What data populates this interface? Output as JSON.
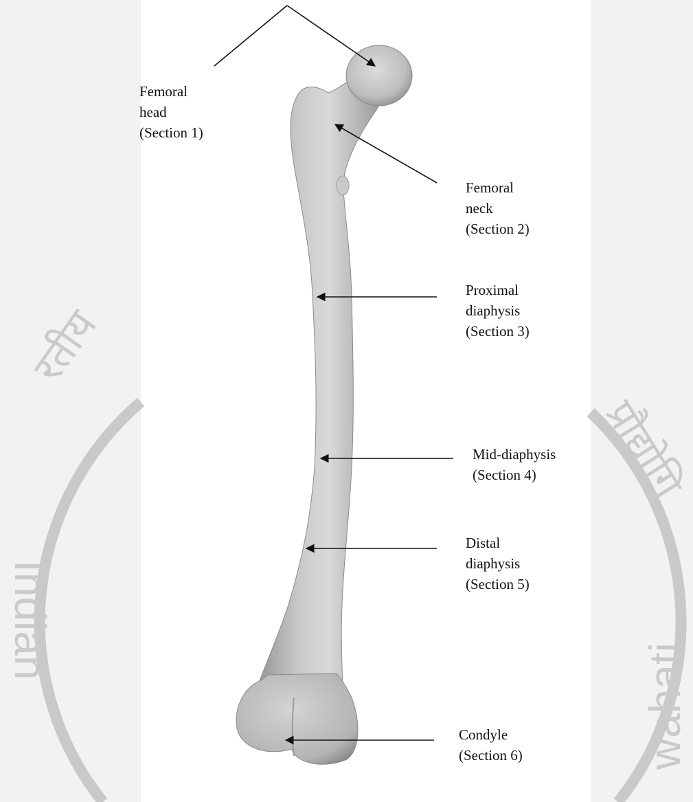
{
  "labels": {
    "femoral_head": {
      "name": "Femoral",
      "name2": "head",
      "section": "(Section 1)"
    },
    "femoral_neck": {
      "name": "Femoral",
      "name2": "neck",
      "section": "(Section 2)"
    },
    "proximal_diaphysis": {
      "name": "Proximal",
      "name2": "diaphysis",
      "section": "(Section 3)"
    },
    "mid_diaphysis": {
      "name": "Mid-diaphysis",
      "section": "(Section 4)"
    },
    "distal_diaphysis": {
      "name": "Distal",
      "name2": "diaphysis",
      "section": "(Section 5)"
    },
    "condyle": {
      "name": "Condyle",
      "section": "(Section 6)"
    }
  },
  "watermark": {
    "text_left": "Indian",
    "text_right": "wahati",
    "fragment_left": "रतीय",
    "fragment_right": "प्रौद्योगि"
  },
  "colors": {
    "bone_light": "#d9d9d9",
    "bone_mid": "#b9b9b9",
    "bone_dark": "#8f8f8f",
    "annotation_line": "#111111",
    "watermark": "#c4c4c4",
    "background": "#ffffff"
  }
}
